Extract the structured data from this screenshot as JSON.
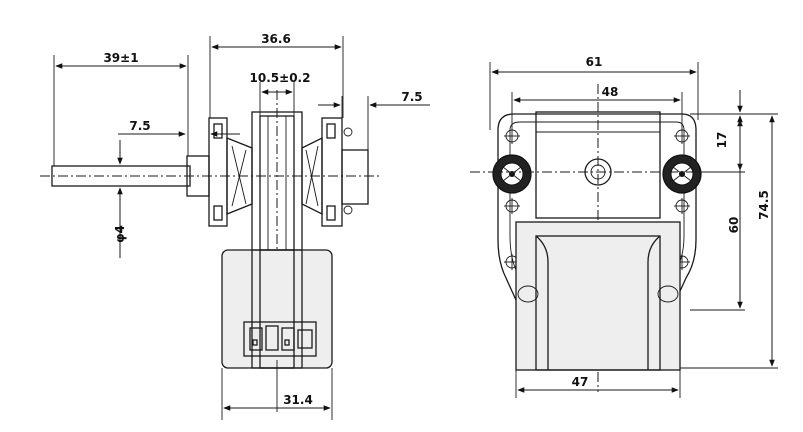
{
  "dimensions": {
    "side_view": {
      "shaft_length": "39±1",
      "body_width": "36.6",
      "core_width": "10.5±0.2",
      "right_offset": "7.5",
      "left_offset": "7.5",
      "shaft_diameter": "φ4",
      "base_width": "31.4"
    },
    "front_view": {
      "overall_width": "61",
      "hole_spacing": "48",
      "top_offset": "17",
      "hole_height": "60",
      "overall_height": "74.5",
      "bottom_width": "47"
    }
  }
}
